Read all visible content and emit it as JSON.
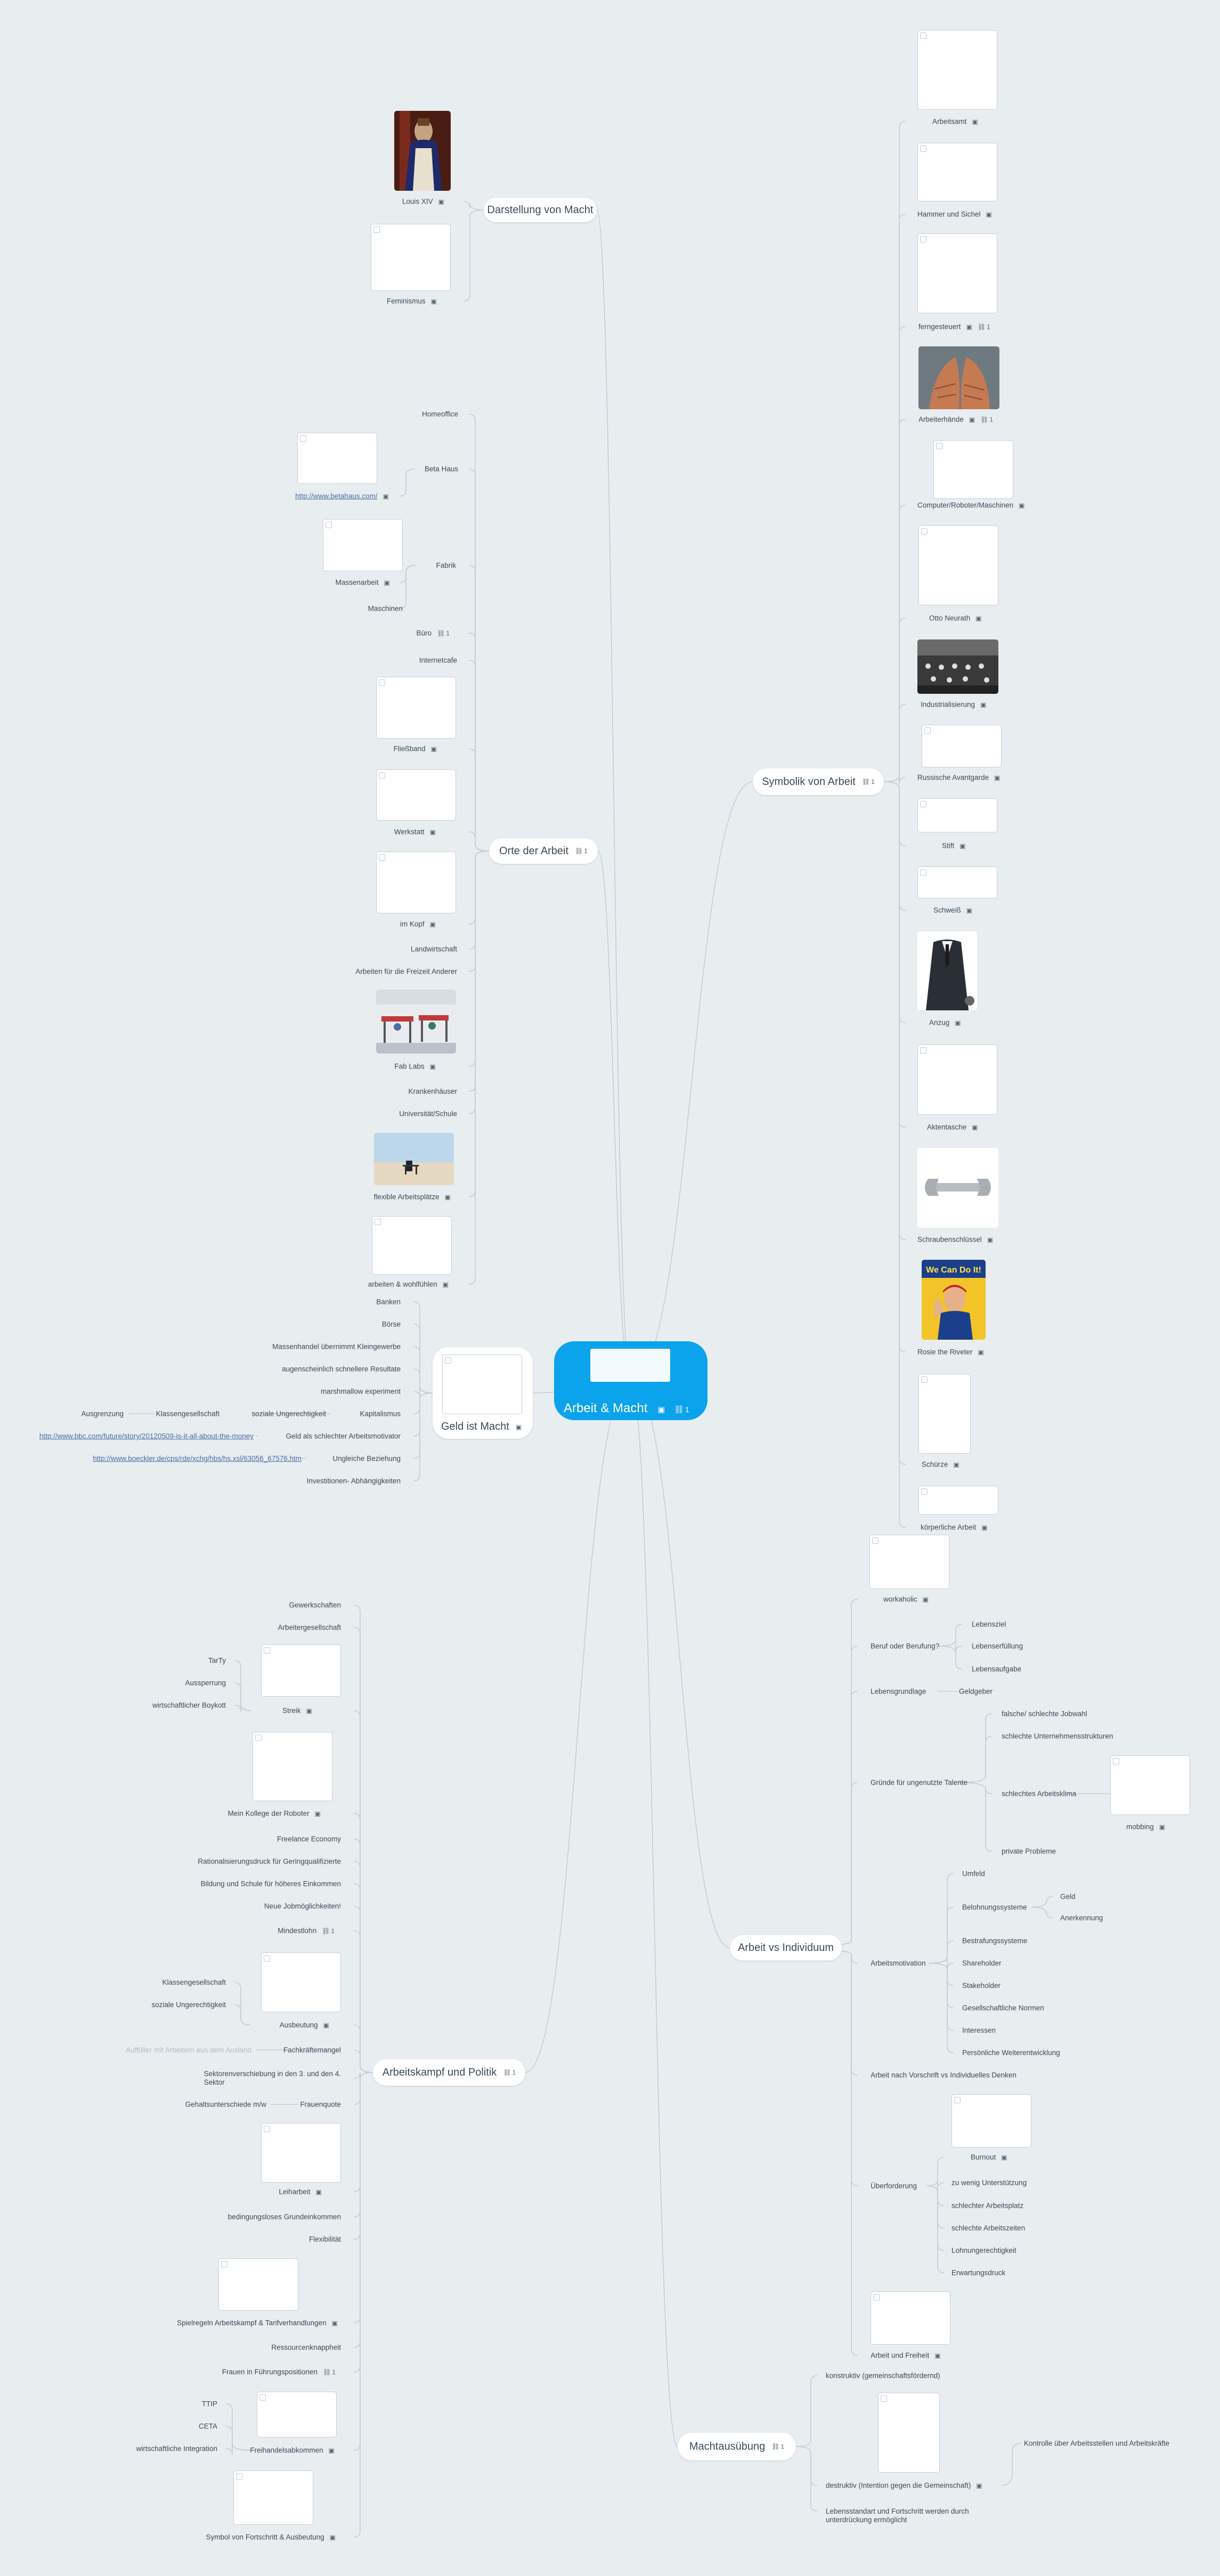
{
  "central": {
    "title": "Arbeit & Macht",
    "image_icon": "image-icon",
    "link_icon": "link-icon",
    "link_count": "1"
  },
  "main_nodes": {
    "darstellung": "Darstellung von Macht",
    "orte": "Orte der Arbeit",
    "orte_links": "1",
    "symbolik": "Symbolik von Arbeit",
    "symbolik_links": "1",
    "geld": "Geld ist Macht",
    "kampf": "Arbeitskampf und Politik",
    "kampf_links": "1",
    "individuum": "Arbeit vs Individuum",
    "machtausuebung": "Machtausübung",
    "machtausuebung_links": "1"
  },
  "darstellung": {
    "louis": "Louis XIV",
    "feminismus": "Feminismus"
  },
  "orte": {
    "homeoffice": "Homeoffice",
    "betahaus": "Beta Haus",
    "betahaus_url": "http://www.betahaus.com/",
    "massenarbeit": "Massenarbeit",
    "fabrik": "Fabrik",
    "maschinen": "Maschinen",
    "buero": "Büro",
    "buero_links": "1",
    "internetcafe": "Internetcafe",
    "fliessband": "Fließband",
    "werkstatt": "Werkstatt",
    "imkopf": "im Kopf",
    "landwirtschaft": "Landwirtschaft",
    "freizeit": "Arbeiten für die Freizeit Anderer",
    "fablabs": "Fab Labs",
    "krankenhaeuser": "Krankenhäuser",
    "universitaet": "Universität/Schule",
    "flexible": "flexible Arbeitsplätze",
    "wohlfuehlen": "arbeiten & wohlfühlen"
  },
  "geld": {
    "banken": "Banken",
    "boerse": "Börse",
    "massenhandel": "Massenhandel übernimmt Kleingewerbe",
    "augenscheinlich": "augenscheinlich schnellere Resultate",
    "marshmallow": "marshmallow experiment",
    "kapitalismus": "Kapitalismus",
    "soziale": "soziale Ungerechtigkeit",
    "klassen": "Klassengesellschaft",
    "ausgrenzung": "Ausgrenzung",
    "motivator": "Geld als schlechter Arbeitsmotivator",
    "bbc_url": "http://www.bbc.com/future/story/20120509-is-it-all-about-the-money",
    "beziehung": "Ungleiche Beziehung",
    "boeckler_url": "http://www.boeckler.de/cps/rde/xchg/hbs/hs.xsl/63056_67576.htm",
    "investitionen": "Investitionen- Abhängigkeiten"
  },
  "symbolik": {
    "arbeitsamt": "Arbeitsamt",
    "hammer": "Hammer und Sichel",
    "ferngesteuert": "ferngesteuert",
    "ferngesteuert_links": "1",
    "arbeiterhaende": "Arbeiterhände",
    "arbeiterhaende_links": "1",
    "computer": "Computer/Roboter/Maschinen",
    "otto": "Otto Neurath",
    "industrialisierung": "Industrialisierung",
    "avantgarde": "Russische Avantgarde",
    "stift": "Stift",
    "schweiss": "Schweiß",
    "anzug": "Anzug",
    "aktentasche": "Aktentasche",
    "schraubenschluessel": "Schraubenschlüssel",
    "rosie": "Rosie the Riveter",
    "rosie_text": "We Can Do It!",
    "schuerze": "Schürze",
    "koerperliche": "körperliche Arbeit"
  },
  "individuum": {
    "workaholic": "workaholic",
    "beruf": "Beruf oder Berufung?",
    "lebensziel": "Lebensziel",
    "lebenserfuellung": "Lebenserfüllung",
    "lebensaufgabe": "Lebensaufgabe",
    "lebensgrundlage": "Lebensgrundlage",
    "geldgeber": "Geldgeber",
    "gruende": "Gründe für ungenutzte Talente",
    "falsche": "falsche/ schlechte Jobwahl",
    "unternehmen": "schlechte Unternehmensstrukturen",
    "arbeitsklima": "schlechtes Arbeitsklima",
    "mobbing": "mobbing",
    "private": "private Probleme",
    "arbeitsmotivation": "Arbeitsmotivation",
    "umfeld": "Umfeld",
    "belohnung": "Belohnungssysteme",
    "geld": "Geld",
    "anerkennung": "Anerkennung",
    "bestrafung": "Bestrafungssysteme",
    "shareholder": "Shareholder",
    "stakeholder": "Stakeholder",
    "normen": "Gesellschaftliche Normen",
    "interessen": "Interessen",
    "weiterentwicklung": "Persönliche Weiterentwicklung",
    "vorschrift": "Arbeit nach Vorschrift vs Individuelles Denken",
    "ueberforderung": "Überforderung",
    "burnout": "Burnout",
    "unterstuetzung": "zu wenig Unterstützung",
    "arbeitsplatz": "schlechter Arbeitsplatz",
    "arbeitszeiten": "schlechte Arbeitszeiten",
    "lohn": "Lohnungerechtigkeit",
    "erwartung": "Erwartungsdruck",
    "freiheit": "Arbeit und Freiheit"
  },
  "machtausuebung": {
    "konstruktiv": "konstruktiv (gemeinschaftsfördernd)",
    "destruktiv": "destruktiv (Intention gegen die Gemeinschaft)",
    "kontrolle": "Kontrolle über Arbeitsstellen und Arbeitskräfte",
    "lebensstandart": "Lebensstandart und Fortschritt werden durch",
    "lebensstandart2": "unterdrückung ermöglicht"
  },
  "kampf": {
    "gewerkschaften": "Gewerkschaften",
    "arbeitergesellschaft": "Arbeitergesellschaft",
    "tarif": "TarTy",
    "aussperrung": "Aussperrung",
    "boykott": "wirtschaftlicher Boykott",
    "streik": "Streik",
    "kollege": "Mein Kollege der Roboter",
    "freelance": "Freelance Economy",
    "rationalisierung": "Rationalisierungsdruck  für Geringqualifizierte",
    "bildung": "Bildung und Schule für höheres Einkommen",
    "jobmoeglichkeiten": "Neue Jobmöglichkeiten!",
    "mindestlohn": "Mindestlohn",
    "mindestlohn_links": "1",
    "klassen": "Klassengesellschaft",
    "soziale": "soziale Ungerechtigkeit",
    "ausbeutung": "Ausbeutung",
    "fachkraefte": "Fachkräftemangel",
    "auffueller": "Auffüller mit Arbeitern aus dem Ausland",
    "sektoren": "Sektorenverschiebung in den 3. und den 4.",
    "sektoren2": "Sektor",
    "frauenquote": "Frauenquote",
    "gehalt": "Gehaltsunterschiede m/w",
    "leiharbeit": "Leiharbeit",
    "grundeinkommen": "bedingungsloses Grundeinkommen",
    "flexibilitaet": "Flexibilität",
    "spielregeln": "Spielregeln Arbeitskampf & Tarifverhandlungen",
    "ressourcen": "Ressourcenknappheit",
    "frauen": "Frauen in Führungspositionen",
    "frauen_links": "1",
    "ttip": "TTIP",
    "ceta": "CETA",
    "integration": "wirtschaftliche Integration",
    "freihandel": "Freihandelsabkommen",
    "symbol": "Symbol von Fortschritt & Ausbeutung"
  }
}
